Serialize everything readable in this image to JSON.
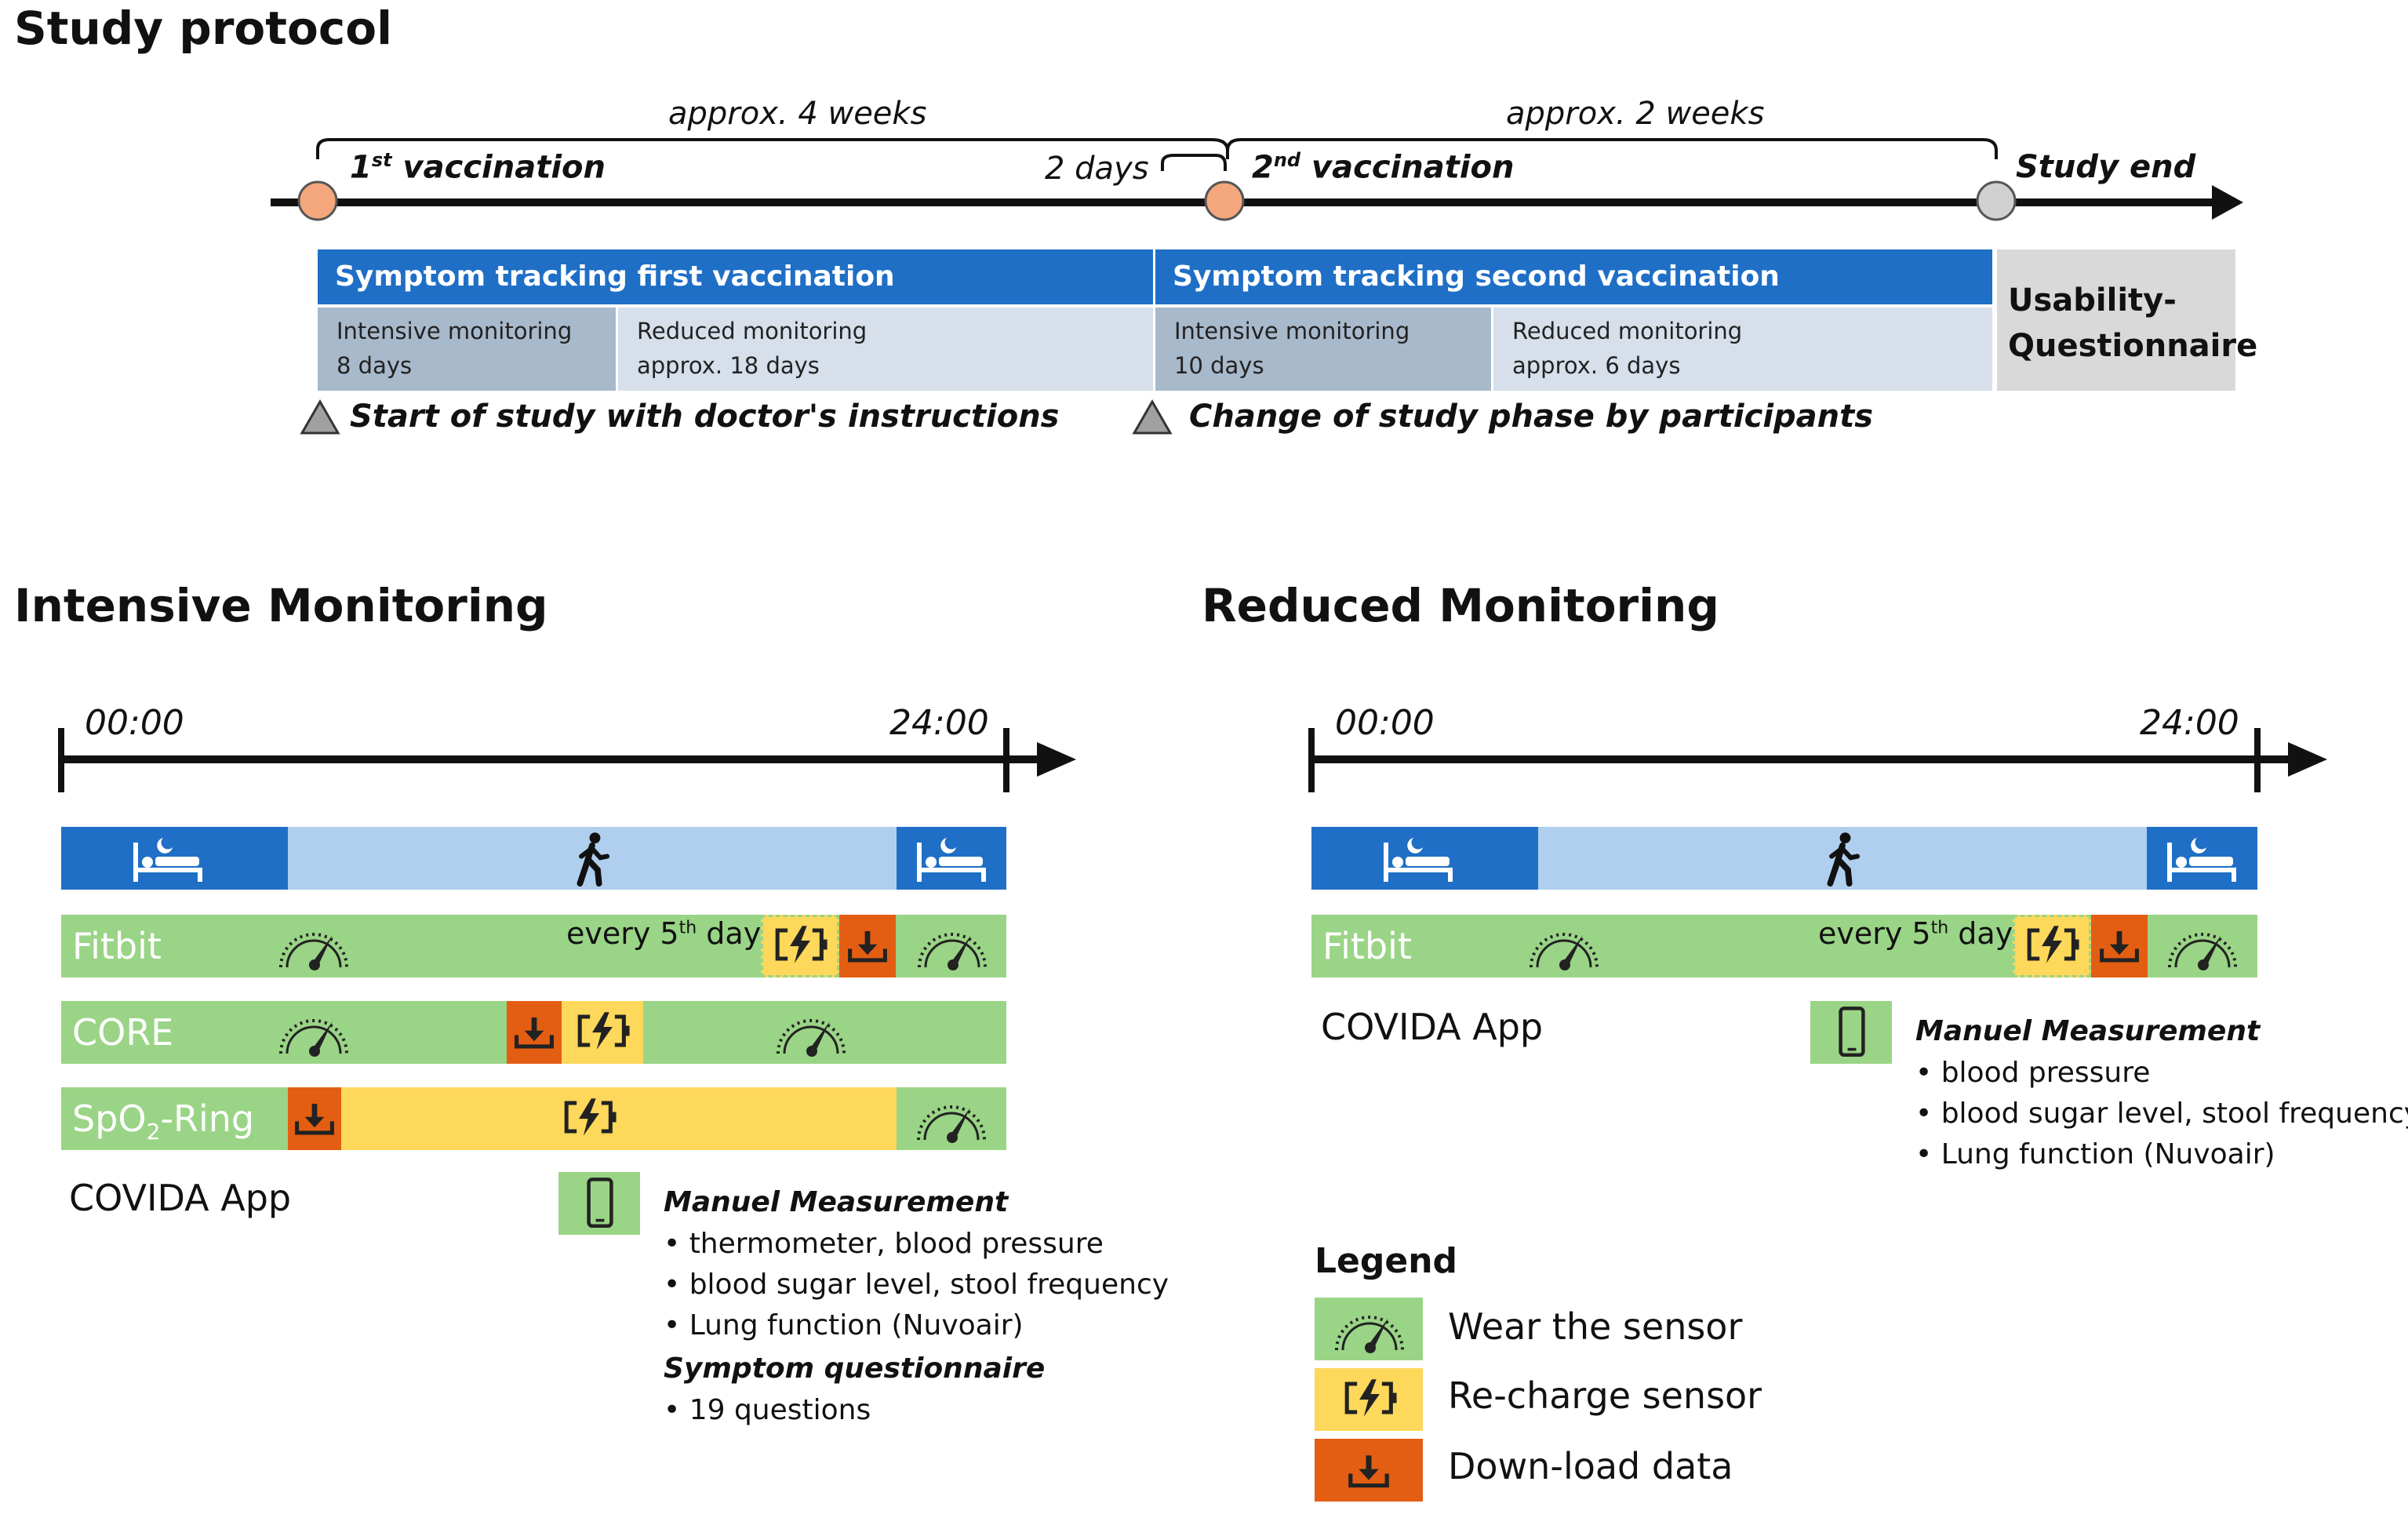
{
  "protocol": {
    "title": "Study protocol",
    "approx4": "approx. 4 weeks",
    "approx2": "approx. 2 weeks",
    "twodays": "2 days",
    "first_vacc_num": "1",
    "first_vacc_sup": "st",
    "first_vacc_text": " vaccination",
    "second_vacc_num": "2",
    "second_vacc_sup": "nd",
    "second_vacc_text": " vaccination",
    "study_end": "Study end",
    "track1": "Symptom tracking first vaccination",
    "track2": "Symptom tracking second vaccination",
    "usability": [
      "Usability-",
      "Questionnaire"
    ],
    "im1": [
      "Intensive monitoring",
      "8 days"
    ],
    "rm1": [
      "Reduced monitoring",
      "approx. 18 days"
    ],
    "im2": [
      "Intensive monitoring",
      "10 days"
    ],
    "rm2": [
      "Reduced monitoring",
      "approx. 6 days"
    ],
    "note1": "Start of study with doctor's instructions",
    "note2": "Change of study phase by participants"
  },
  "intensive": {
    "title": "Intensive Monitoring",
    "t0": "00:00",
    "t24": "24:00",
    "fitbit": "Fitbit",
    "core": "CORE",
    "spo2_pre": "SpO",
    "spo2_sub": "2",
    "spo2_post": "-Ring",
    "every_pre": "every 5",
    "every_sup": "th",
    "every_post": " day",
    "app": "COVIDA App",
    "manual": "Manuel Measurement",
    "manual_items": [
      "thermometer, blood pressure",
      "blood sugar level, stool frequency",
      "Lung function (Nuvoair)"
    ],
    "symptom": "Symptom questionnaire",
    "symptom_items": [
      "19 questions"
    ]
  },
  "reduced": {
    "title": "Reduced Monitoring",
    "t0": "00:00",
    "t24": "24:00",
    "fitbit": "Fitbit",
    "every_pre": "every 5",
    "every_sup": "th",
    "every_post": " day",
    "app": "COVIDA App",
    "manual": "Manuel Measurement",
    "manual_items": [
      "blood pressure",
      "blood sugar level, stool frequency",
      "Lung function (Nuvoair)"
    ]
  },
  "legend": {
    "title": "Legend",
    "wear": "Wear the sensor",
    "recharge": "Re-charge sensor",
    "download": "Down-load data"
  },
  "colors": {
    "blue": "#1f6fc6",
    "light_blue": "#b0cfee",
    "green": "#9ad486",
    "yellow": "#fdd85a",
    "orange": "#e35e12",
    "milestone_orange": "#f4a77c",
    "milestone_grey": "#d0d0d0"
  },
  "icons": [
    "bed-icon",
    "walking-person-icon",
    "gauge-icon",
    "battery-charge-icon",
    "download-icon",
    "phone-icon",
    "triangle-icon"
  ]
}
